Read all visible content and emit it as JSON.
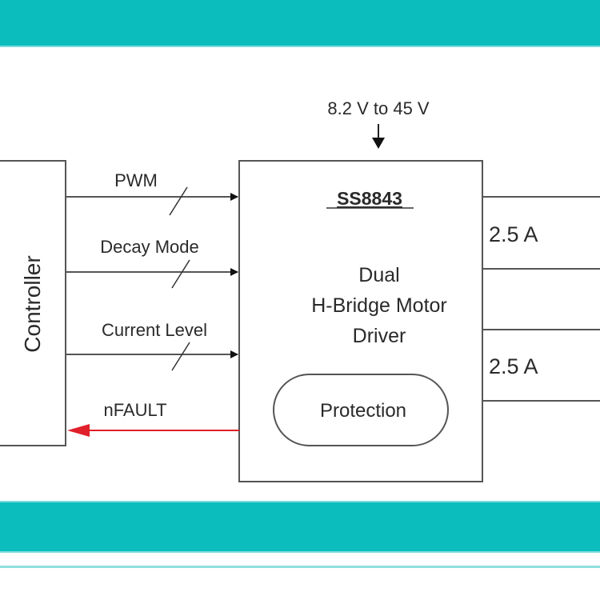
{
  "colors": {
    "accent": "#0bbdbd",
    "fault_line": "#e0202a",
    "line": "#555555"
  },
  "supply": {
    "label": "8.2 V to 45 V"
  },
  "controller": {
    "label": "Controller"
  },
  "driver": {
    "part_number": "SS8843",
    "description_lines": [
      "Dual",
      "H-Bridge Motor",
      "Driver"
    ],
    "protection_label": "Protection"
  },
  "signals": [
    {
      "label": "PWM",
      "direction": "in"
    },
    {
      "label": "Decay Mode",
      "direction": "in"
    },
    {
      "label": "Current Level",
      "direction": "in"
    },
    {
      "label": "nFAULT",
      "direction": "out"
    }
  ],
  "outputs": [
    {
      "label": "2.5 A"
    },
    {
      "label": "2.5 A"
    }
  ]
}
